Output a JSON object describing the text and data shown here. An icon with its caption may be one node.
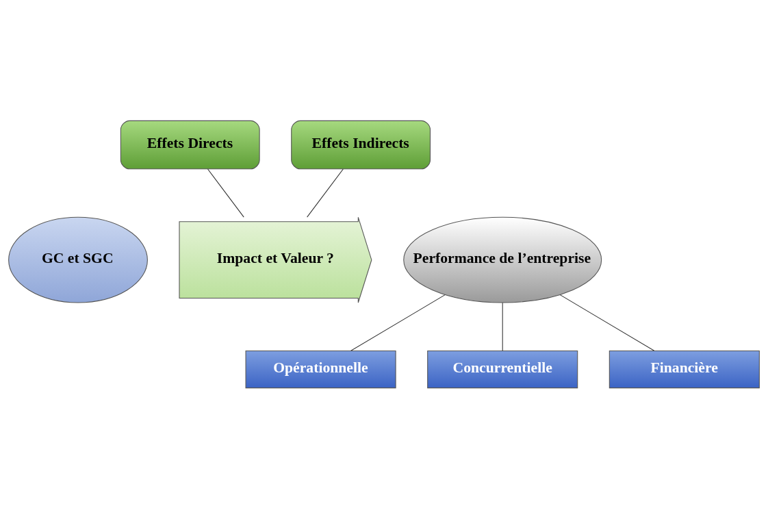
{
  "diagram": {
    "nodes": [
      {
        "text": [
          "GC et SGC"
        ]
      },
      {
        "text": [
          "Effets Directs"
        ]
      },
      {
        "text": [
          "Effets Indirects"
        ]
      },
      {
        "text": [
          "Impact et Valeur ?"
        ]
      },
      {
        "text": [
          "Performance de l’entreprise"
        ]
      },
      {
        "text": [
          "Opérationnelle"
        ]
      },
      {
        "text": [
          "Concurrentielle"
        ]
      },
      {
        "text": [
          "Financière"
        ]
      }
    ],
    "edges": [
      {
        "from": 1,
        "to": 3,
        "arrow": "none"
      },
      {
        "from": 2,
        "to": 3,
        "arrow": "none"
      },
      {
        "from": 4,
        "to": 5,
        "arrow": "none"
      },
      {
        "from": 4,
        "to": 6,
        "arrow": "none"
      },
      {
        "from": 4,
        "to": 7,
        "arrow": "none"
      }
    ]
  }
}
